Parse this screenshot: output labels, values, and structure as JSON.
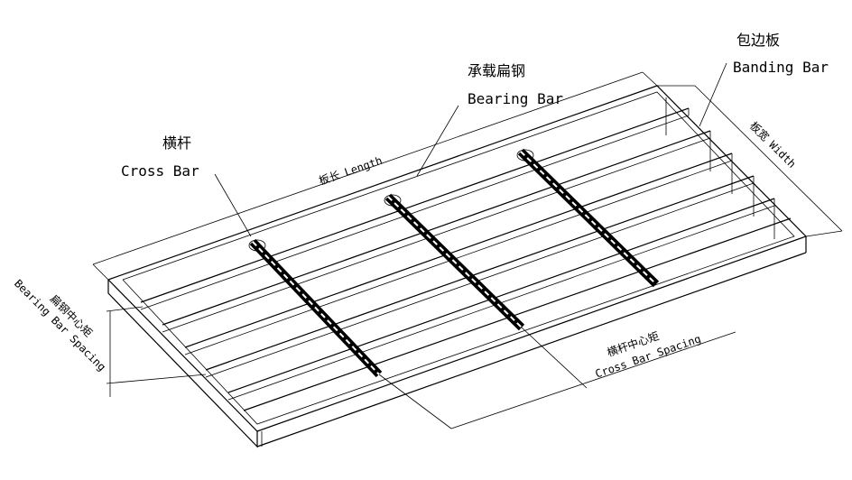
{
  "labels": {
    "banding_bar_cn": "包边板",
    "banding_bar_en": "Banding Bar",
    "bearing_bar_cn": "承载扁钢",
    "bearing_bar_en": "Bearing Bar",
    "cross_bar_cn": "横杆",
    "cross_bar_en": "Cross Bar",
    "length_cn": "板长",
    "length_en": "Length",
    "width_cn": "板宽",
    "width_en": "Width",
    "bearing_spacing_cn": "扁钢中心矩",
    "bearing_spacing_en": "Bearing Bar Spacing",
    "cross_spacing_cn": "横杆中心矩",
    "cross_spacing_en": "Cross Bar Spacing"
  }
}
